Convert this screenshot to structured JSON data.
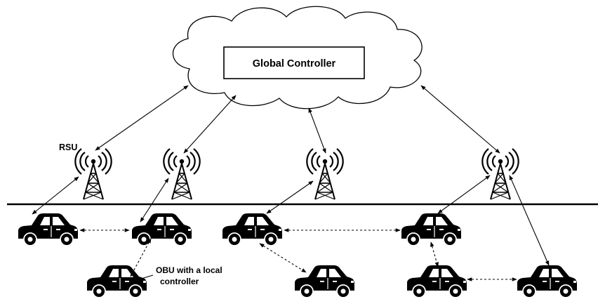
{
  "labels": {
    "global_controller": "Global Controller",
    "rsu": "RSU",
    "obu_line1": "OBU with a local",
    "obu_line2": "controller"
  },
  "colors": {
    "stroke": "#000000",
    "fill": "#ffffff"
  }
}
